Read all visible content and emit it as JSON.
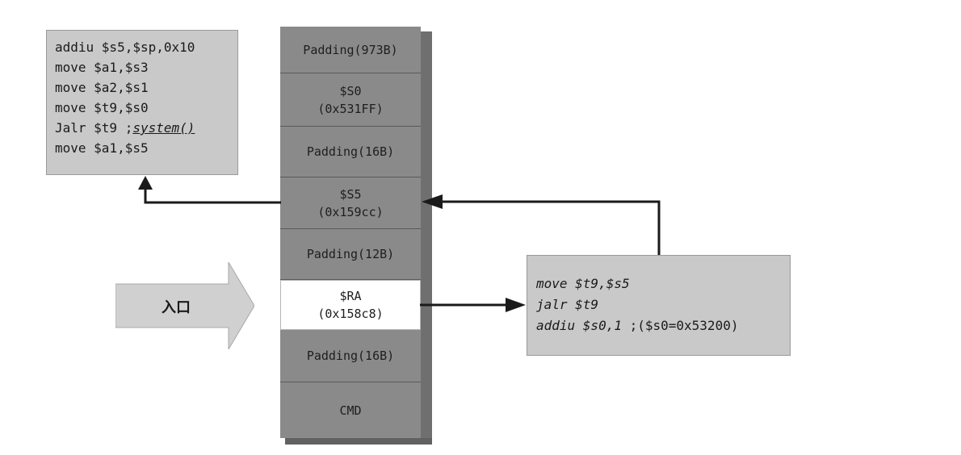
{
  "gadget_top": {
    "lines": [
      "addiu $s5,$sp,0x10",
      "move $a1,$s3",
      "move $a2,$s1",
      "move $t9,$s0",
      "move $a1,$s5"
    ],
    "jalr_instr": "Jalr $t9 ;",
    "jalr_fn": "system()"
  },
  "stack": {
    "padding_973": "Padding(973B)",
    "s0_name": "$S0",
    "s0_value": "(0x531FF)",
    "padding_16a": "Padding(16B)",
    "s5_name": "$S5",
    "s5_value": "(0x159cc)",
    "padding_12": "Padding(12B)",
    "ra_name": "$RA",
    "ra_value": "(0x158c8)",
    "padding_16b": "Padding(16B)",
    "cmd": "CMD"
  },
  "entry": {
    "label": "入口"
  },
  "gadget_right": {
    "line1": "move $t9,$s5",
    "line2": "jalr $t9",
    "line3_instr": "addiu $s0,1",
    "line3_comment": " ;($s0=0x53200)"
  },
  "colors": {
    "block_gray": "#8a8a8a",
    "box_gray": "#c9c9c9",
    "ra_white": "#ffffff",
    "arrow_dark": "#1a1a1a",
    "entry_fill": "#cfcfcf"
  }
}
